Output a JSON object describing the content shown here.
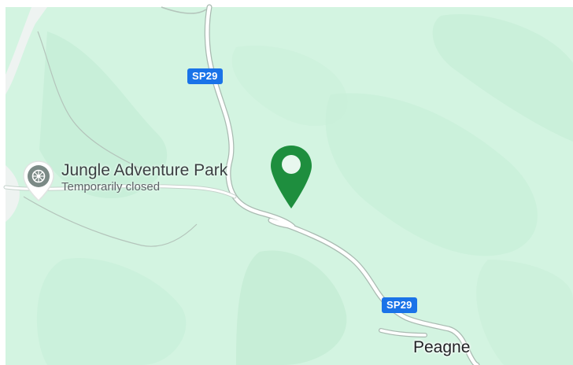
{
  "map": {
    "road_shields": [
      {
        "label": "SP29"
      },
      {
        "label": "SP29"
      }
    ],
    "poi": {
      "name": "Jungle Adventure Park",
      "status": "Temporarily closed",
      "icon": "amusement-park-icon"
    },
    "places": [
      {
        "label": "Peagne"
      }
    ],
    "selected_marker": {
      "icon": "map-pin-icon",
      "color": "#1e8e3e"
    },
    "colors": {
      "terrain": "#cdf3dd",
      "terrain_dark": "#b9e8cc",
      "road": "#ffffff",
      "road_edge": "#a7b8b0",
      "shield": "#1a73e8",
      "water_edge": "#f1f3f4"
    }
  }
}
